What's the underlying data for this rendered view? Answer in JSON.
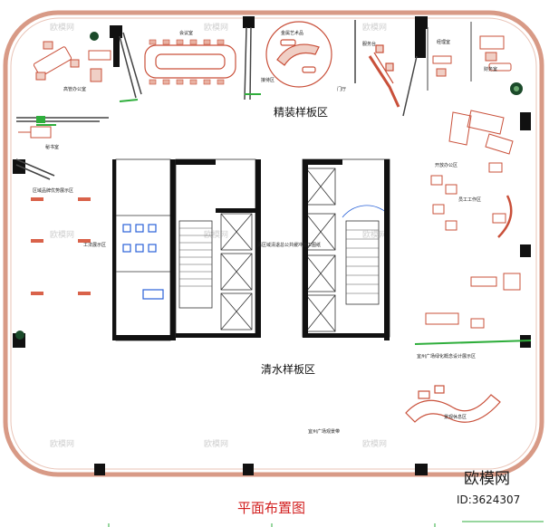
{
  "title": "平面布置图",
  "zones": {
    "finished": "精装样板区",
    "bare": "清水样板区"
  },
  "rooms": {
    "meeting": "会议室",
    "gallery": "金属艺术品",
    "executive_office": "高管办公室",
    "secretary": "秘书室",
    "reception": "服务台",
    "front_desk": "接待区",
    "gate": "门厅",
    "manager": "经理室",
    "finance": "财务室",
    "open_office": "开放办公区",
    "staff_work": "员工工作区",
    "brand_area": "区域品牌优势展示区",
    "craft_area": "工法展示区",
    "core_note": "清区域清退总公共缓冲施工图纸",
    "tianyue": "宜州广场绿化概念设计展示区",
    "leisure": "景观休息区",
    "gallery_note": "宜州广场观景带"
  },
  "watermark": {
    "brand": "欧模网",
    "id": "ID:3624307",
    "tile": "欧模网"
  },
  "colors": {
    "wall": "#d89a86",
    "furniture": "#c9503a",
    "title": "#d21f1f",
    "accent_green": "#2fae3c",
    "accent_blue": "#2a62d8"
  }
}
